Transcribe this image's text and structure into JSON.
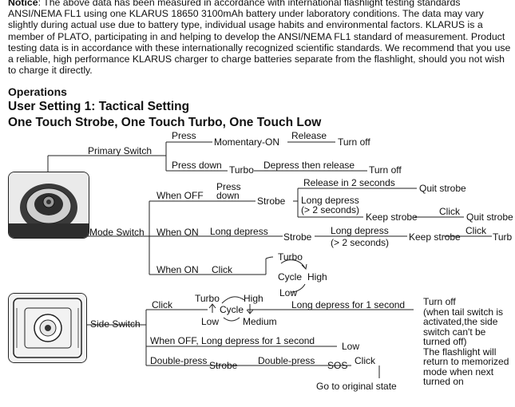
{
  "notice": {
    "label": "Notice",
    "text": ": The above data has been measured in accordance with international flashlight testing standards ANSI/NEMA FL1 using one KLARUS 18650 3100mAh battery under laboratory conditions. The data may vary slightly during actual use due to battery type, individual usage habits and environmental factors. KLARUS is a member of PLATO, participating in and helping to develop the ANSI/NEMA FL1 standard of measurement. Product testing data is in accordance with these internationally recognized scientific standards. We recommend that you use a reliable, high performance KLARUS charger to charge batteries separate from the flashlight, should you not wish to charge it directly."
  },
  "headings": {
    "operations": "Operations",
    "user_setting": "User Setting 1: Tactical Setting",
    "modes": "One Touch Strobe, One Touch Turbo, One Touch Low"
  },
  "primary": {
    "switch_label": "Primary Switch",
    "press": "Press",
    "momentary_on": "Momentary-ON",
    "release": "Release",
    "turn_off_1": "Turn off",
    "press_down": "Press down",
    "turbo": "Turbo",
    "depress_then_release": "Depress then release",
    "turn_off_2": "Turn off"
  },
  "mode": {
    "switch_label": "Mode Switch",
    "when_off": "When OFF",
    "press_down_1": "Press",
    "press_down_2": "down",
    "strobe_1": "Strobe",
    "release_in_2s": "Release in 2 seconds",
    "quit_strobe_1": "Quit strobe",
    "long_depress_a": "Long depress",
    "gt_2s_a": "(> 2 seconds)",
    "keep_strobe_1": "Keep strobe",
    "click_1": "Click",
    "quit_strobe_2": "Quit strobe",
    "when_on_1": "When ON",
    "long_depress_b": "Long depress",
    "strobe_2": "Strobe",
    "long_depress_c": "Long depress",
    "gt_2s_b": "(> 2 seconds)",
    "keep_strobe_2": "Keep strobe",
    "click_2": "Click",
    "turbo_trunc": "Turb",
    "when_on_2": "When ON",
    "click_3": "Click",
    "cycle_turbo": "Turbo",
    "cycle": "Cycle",
    "cycle_high": "High",
    "cycle_low": "Low"
  },
  "side": {
    "switch_label": "Side Switch",
    "click": "Click",
    "turbo": "Turbo",
    "high": "High",
    "cycle": "Cycle",
    "low": "Low",
    "medium": "Medium",
    "long_depress_1s": "Long depress for 1 second",
    "when_off_long": "When OFF, Long depress for 1 second",
    "low_2": "Low",
    "double_press_1": "Double-press",
    "strobe": "Strobe",
    "double_press_2": "Double-press",
    "sos": "SOS",
    "click_2": "Click",
    "go_original": "Go to original state",
    "note": [
      "Turn off",
      "(when tail switch is",
      "activated,the side",
      "switch can't be",
      "turned off)",
      "The flashlight will",
      "return to memorized",
      "mode when next",
      "turned on"
    ]
  }
}
